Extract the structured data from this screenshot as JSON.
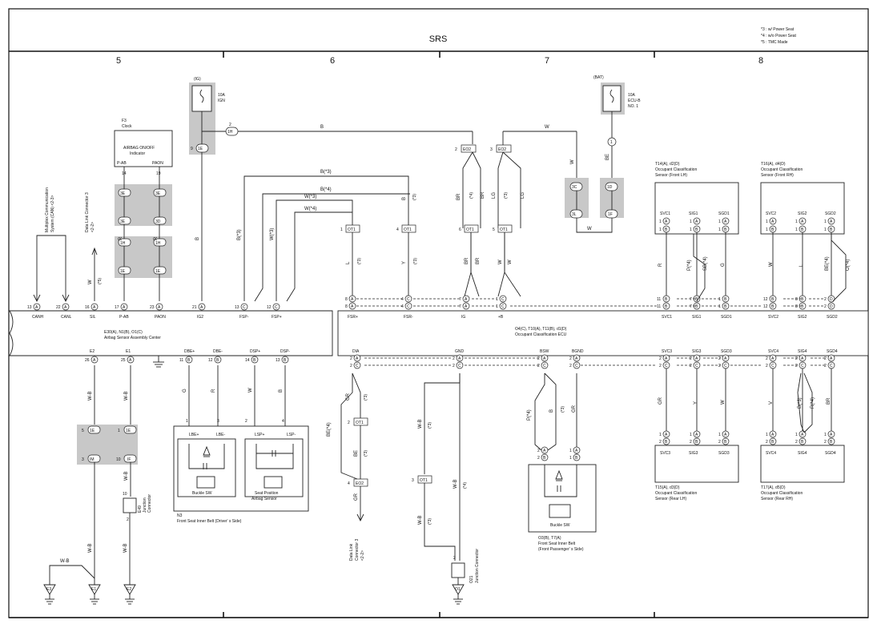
{
  "header": {
    "title": "SRS",
    "notes": [
      "*3 : w/ Power Seat",
      "*4 : w/o Power Seat",
      "*5 : TMC Made"
    ],
    "columns": [
      "5",
      "6",
      "7",
      "8"
    ]
  },
  "power": {
    "ig_source": "(IG)",
    "ig_fuse": [
      "10A",
      "IGN"
    ],
    "bat_source": "(BAT)",
    "bat_fuse": [
      "10A",
      "ECU-B",
      "NO. 1"
    ]
  },
  "clock": {
    "name": "F3",
    "desc": "Clock",
    "indicator": [
      "AIRBAG ON/OFF",
      "Indicator"
    ],
    "pins": [
      "P-AB",
      "PAON"
    ]
  },
  "multiplex": {
    "label": [
      "Multiplex Communication",
      "System (CAN) <2-3>"
    ]
  },
  "dlc_top": {
    "label": [
      "Data Link Connector 3",
      "<2-2>"
    ]
  },
  "airbag_ecu": {
    "connector": "E30(A), N1(B), O1(C)",
    "name": "Airbag Sensor Assembly Center",
    "top_terminals": [
      "CANH",
      "CANL",
      "SIL",
      "P-AB",
      "PAON",
      "IG2",
      "FSP-",
      "FSP+"
    ],
    "top_pins": [
      "13",
      "22",
      "16",
      "17",
      "23",
      "21",
      "13",
      "12"
    ],
    "top_letters": [
      "A",
      "A",
      "A",
      "A",
      "A",
      "A",
      "C",
      "C"
    ],
    "bottom_terminals": [
      "E2",
      "E1",
      "DBE+",
      "DBE-",
      "DSP+",
      "DSP-"
    ],
    "bottom_pins": [
      "26",
      "25",
      "11",
      "12",
      "14",
      "13"
    ],
    "bottom_letters": [
      "A",
      "A",
      "B",
      "B",
      "B",
      "B"
    ]
  },
  "occupant_ecu": {
    "connector": "O4(C), T10(A), T11(B), d1(D)",
    "name": "Occupant Classification ECU",
    "top_terminals": [
      "FSR+",
      "FSR-",
      "IG",
      "+B",
      "SVC1",
      "SIG1",
      "SGD1",
      "SVC2",
      "SIG2",
      "SGD2"
    ],
    "bottom_terminals": [
      "DIA",
      "GND",
      "BSW",
      "BGND",
      "SVC3",
      "SIG3",
      "SGD3",
      "SVC4",
      "SIG4",
      "SGD4"
    ]
  },
  "sensors": {
    "front_lh": {
      "conn": "T14(A), d2(D)",
      "name": [
        "Occupant Classification",
        "Sensor (Front LH)"
      ],
      "pins": [
        "SVC1",
        "SIG1",
        "SGD1"
      ]
    },
    "front_rh": {
      "conn": "T16(A), d4(D)",
      "name": [
        "Occupant Classification",
        "Sensor (Front RH)"
      ],
      "pins": [
        "SVC2",
        "SIG2",
        "SGD2"
      ]
    },
    "rear_lh": {
      "conn": "T15(A), d3(D)",
      "name": [
        "Occupant Classification",
        "Sensor (Rear LH)"
      ],
      "pins": [
        "SVC3",
        "SIG3",
        "SGD3"
      ]
    },
    "rear_rh": {
      "conn": "T17(A), d5(D)",
      "name": [
        "Occupant Classification",
        "Sensor (Rear RH)"
      ],
      "pins": [
        "SVC4",
        "SIG4",
        "SGD4"
      ]
    }
  },
  "driver_belt": {
    "conn": "N3",
    "name": "Front Seat Inner Belt (Driver' s Side)",
    "pins": [
      "LBE+",
      "LBE-",
      "LSP+",
      "LSP-"
    ],
    "buckle": "Buckle SW",
    "seat_sensor": [
      "Seat Position",
      "Airbag Sensor"
    ]
  },
  "pass_belt": {
    "conn": "O3(B), T7(A)",
    "name": [
      "Front Seat Inner Belt",
      "(Front Passenger' s Side)"
    ],
    "buckle": "Buckle SW"
  },
  "junction": {
    "e49": [
      "E49",
      "Junction",
      "Connector"
    ],
    "o21": [
      "O21",
      "Junction Connector"
    ]
  },
  "dlc_bottom": {
    "label": [
      "Data Link",
      "Connector 3",
      "<2-2>"
    ]
  },
  "grounds": [
    "E3",
    "E1",
    "E2",
    "O1"
  ],
  "wires": {
    "B": "B",
    "W": "W",
    "BE": "BE",
    "BR": "BR",
    "LG": "LG",
    "L": "L",
    "Y": "Y",
    "R": "R",
    "G": "G",
    "V": "V",
    "GR": "GR",
    "WB": "W-B",
    "B3": "B(*3)",
    "B4": "B(*4)",
    "W3": "W(*3)",
    "W4": "W(*4)",
    "P4": "P(*4)",
    "SB4": "SB(*4)",
    "BE4": "BE(*4)",
    "O4": "O(*4)",
    "R4": "R(*4)",
    "s3": "(*3)",
    "s4": "(*4)",
    "s5": "(*5)"
  }
}
